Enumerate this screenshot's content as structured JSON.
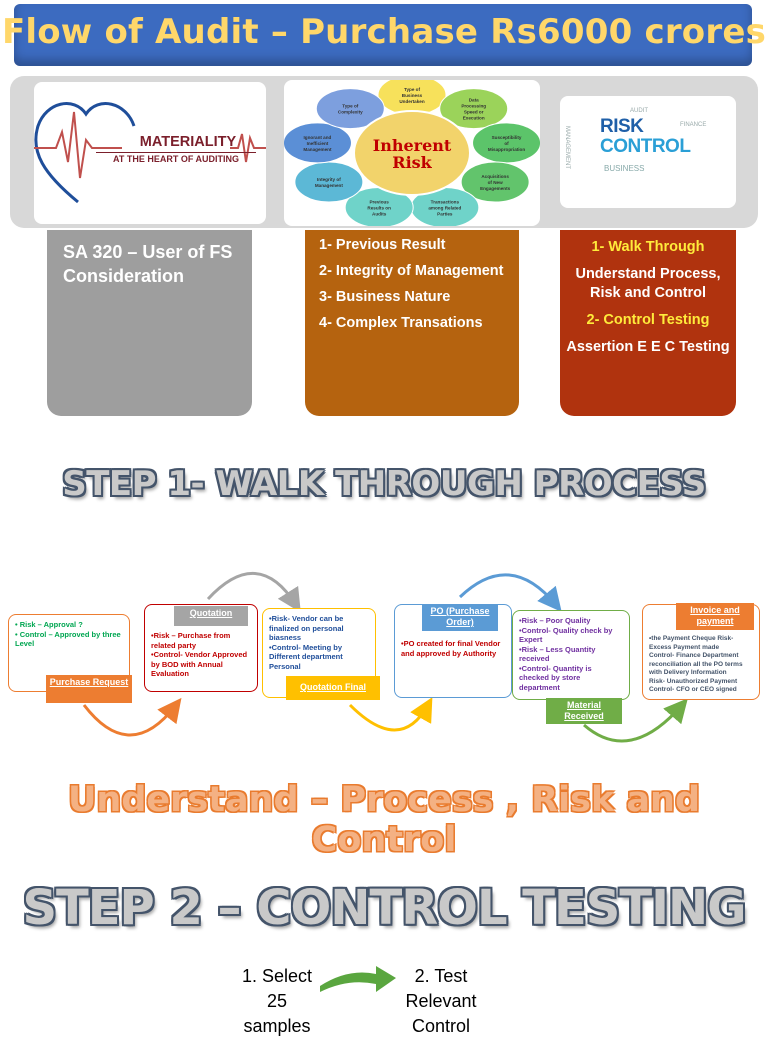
{
  "title": "Flow of Audit – Purchase Rs6000 crores",
  "images": {
    "materiality": {
      "line1": "MATERIALITY",
      "line2": "AT THE HEART OF AUDITING"
    },
    "inherent_risk": {
      "center": [
        "Inherent",
        "Risk"
      ],
      "petals": [
        "Type of Business Undertaken",
        "Data Processing Speed or Execution",
        "Susceptibility of Misappropriation",
        "Acquisitions of New Engagements",
        "Transactions among Related Parties",
        "Previous Results on Audits",
        "Integrity of Management",
        "Ignorant and Inefficient Management",
        "Type of Complexity"
      ]
    },
    "risk_control": {
      "line1": "RISK",
      "line2": "CONTROL",
      "words": [
        "MANAGEMENT",
        "BUSINESS",
        "FINANCE",
        "AUDIT"
      ]
    }
  },
  "boxes": {
    "materiality": "SA 320 – User of FS Consideration",
    "inherent": [
      "1- Previous Result",
      "2- Integrity of Management",
      "3- Business Nature",
      "4- Complex Transations"
    ],
    "risk_control": {
      "walk_title": "1- Walk Through",
      "walk_desc": "Understand Process, Risk and Control",
      "control_title": "2- Control Testing",
      "control_desc": "Assertion E E C Testing"
    }
  },
  "step1_heading": "STEP 1- WALK THROUGH PROCESS",
  "flow": {
    "purchase_request": {
      "label": "Purchase Request",
      "lines": [
        "• Risk – Approval ?",
        "• Control – Approved by three Level"
      ]
    },
    "quotation": {
      "label": "Quotation",
      "lines": [
        "•Risk – Purchase from related party",
        "•Control- Vendor Approved by BOD with Annual Evaluation"
      ]
    },
    "quotation_final": {
      "label": "Quotation Final",
      "lines": [
        "•Risk- Vendor can be finalized on personal biasness",
        "•Control- Meeting by Different department Personal"
      ]
    },
    "po": {
      "label": "PO (Purchase Order)",
      "lines": [
        "•PO created for final Vendor and approved by Authority"
      ]
    },
    "material_received": {
      "label": "Material Received",
      "lines": [
        "•Risk – Poor Quality",
        "•Control- Quality check by Expert",
        "•Risk – Less Quantity received",
        "•Control- Quantity is checked by store department"
      ]
    },
    "invoice": {
      "label": "Invoice and payment",
      "lines": [
        "•the Payment Cheque Risk- Excess Payment made",
        "Control- Finance Department reconciliation all the PO terms with Delivery Information",
        "Risk- Unauthorized Payment",
        "Control- CFO or CEO signed"
      ]
    }
  },
  "understand_heading": "Understand – Process , Risk and Control",
  "step2_heading": "STEP 2 – CONTROL TESTING",
  "step2": {
    "left": [
      "1. Select",
      "25",
      "samples"
    ],
    "right": [
      "2. Test",
      "Relevant",
      "Control"
    ]
  }
}
